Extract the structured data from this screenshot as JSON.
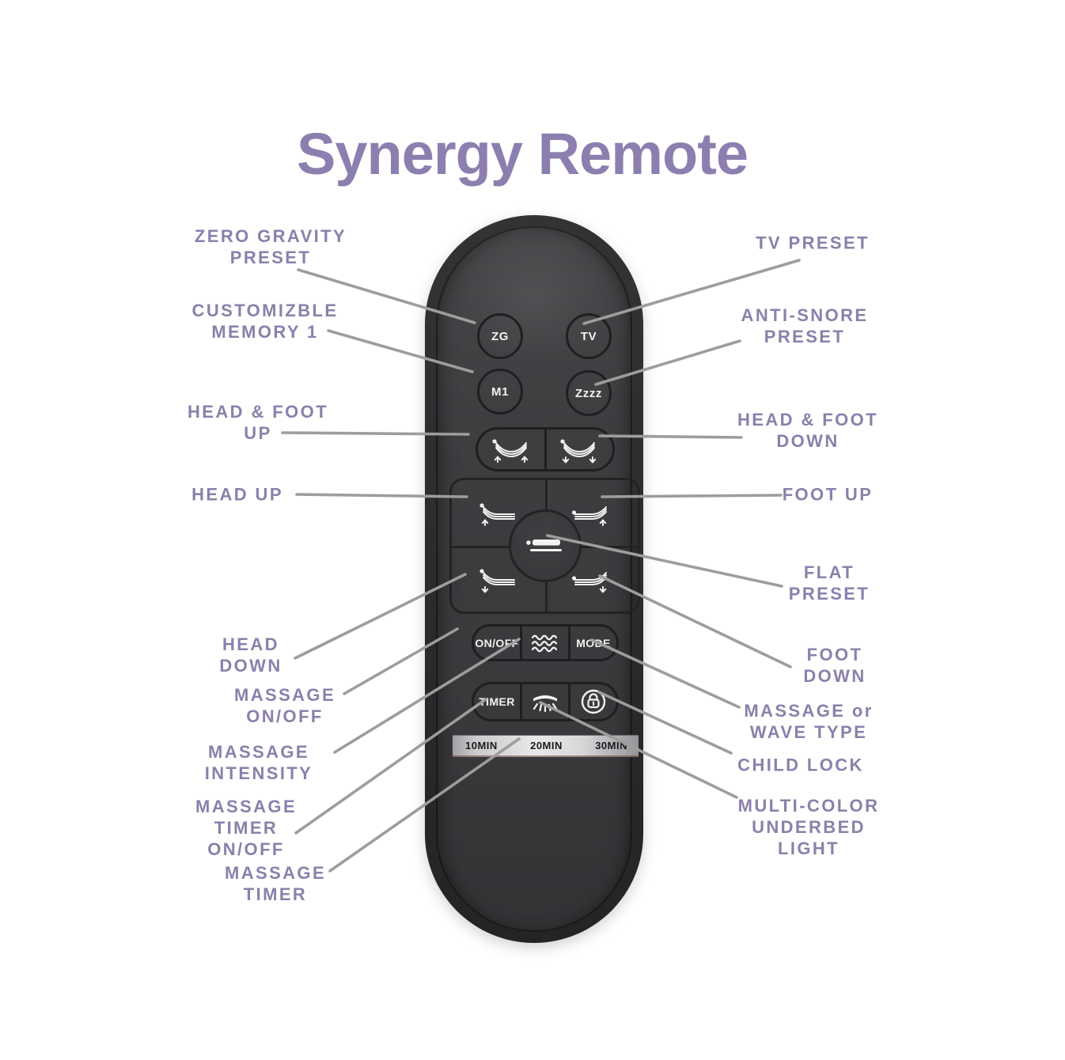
{
  "title": "Synergy Remote",
  "colors": {
    "accent_purple": "#8B80AB",
    "title_purple": "#8C7FB0",
    "callout_line_gray": "#9D9D9D",
    "remote_body": "#2B2B2D",
    "remote_face": "#3D3D40",
    "button_text": "#F2F2F2",
    "timer_strip_light": "#E8E9EB"
  },
  "remote": {
    "buttons": {
      "zg": "ZG",
      "tv": "TV",
      "m1": "M1",
      "snore": "Zzzz",
      "on_off": "ON/OFF",
      "mode": "MODE",
      "timer": "TIMER"
    },
    "timer_scale": {
      "t10": "10MIN",
      "t20": "20MIN",
      "t30": "30MIN"
    },
    "icons": {
      "head_foot_up": "bed-head-foot-up-icon",
      "head_foot_down": "bed-head-foot-down-icon",
      "head_up": "bed-head-up-icon",
      "foot_up": "bed-foot-up-icon",
      "head_down": "bed-head-down-icon",
      "foot_down": "bed-foot-down-icon",
      "flat": "bed-flat-icon",
      "massage_wave": "massage-wave-icon",
      "underbed_light": "underbed-light-icon",
      "child_lock": "lock-icon"
    }
  },
  "callouts": {
    "zero_gravity": "ZERO GRAVITY\nPRESET",
    "memory1": "CUSTOMIZBLE\nMEMORY 1",
    "head_foot_up": "HEAD & FOOT\nUP",
    "head_up": "HEAD UP",
    "head_down": "HEAD\nDOWN",
    "massage_on_off": "MASSAGE\nON/OFF",
    "massage_intensity": "MASSAGE\nINTENSITY",
    "massage_timer_on_off": "MASSAGE\nTIMER\nON/OFF",
    "massage_timer": "MASSAGE\nTIMER",
    "tv_preset": "TV PRESET",
    "anti_snore": "ANTI-SNORE\nPRESET",
    "head_foot_down": "HEAD & FOOT\nDOWN",
    "foot_up": "FOOT UP",
    "flat_preset": "FLAT\nPRESET",
    "foot_down": "FOOT\nDOWN",
    "wave_type": "MASSAGE or\nWAVE TYPE",
    "child_lock": "CHILD LOCK",
    "underbed_light": "MULTI-COLOR\nUNDERBED\nLIGHT"
  }
}
